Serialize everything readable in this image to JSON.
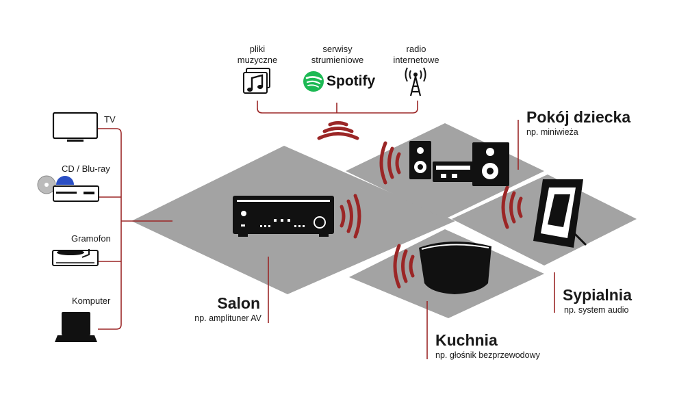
{
  "sources": {
    "files_label": "pliki\nmuzyczne",
    "streaming_label": "serwisy\nstrumieniowe",
    "spotify_text": "Spotify",
    "radio_label": "radio\ninternetowe"
  },
  "inputs": {
    "tv": "TV",
    "cd": "CD / Blu-ray",
    "turntable": "Gramofon",
    "computer": "Komputer"
  },
  "rooms": {
    "salon": {
      "title": "Salon",
      "subtitle": "np. amplituner AV"
    },
    "kids": {
      "title": "Pokój dziecka",
      "subtitle": "np. miniwieża"
    },
    "bedroom": {
      "title": "Sypialnia",
      "subtitle": "np. system audio"
    },
    "kitchen": {
      "title": "Kuchnia",
      "subtitle": "np. głośnik bezprzewodowy"
    }
  },
  "colors": {
    "accent": "#9b2626",
    "floor": "#a3a3a3",
    "device": "#111111",
    "spotify": "#1db954"
  }
}
